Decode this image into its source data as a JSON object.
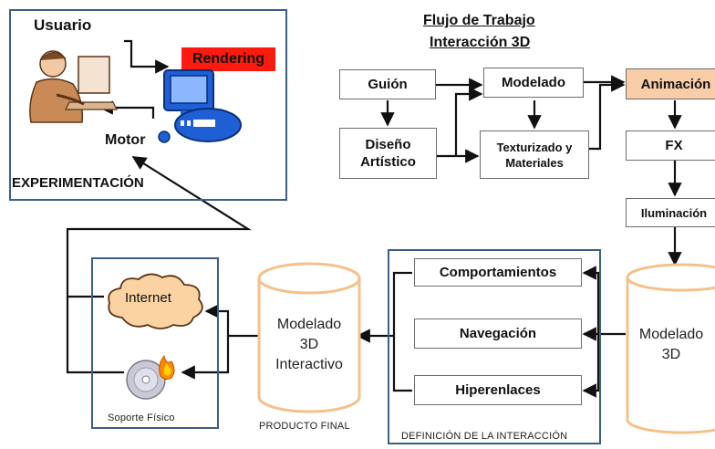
{
  "flow_title": {
    "line1": "Flujo de Trabajo",
    "line2": "Interacción 3D"
  },
  "experimentation": {
    "usuario": "Usuario",
    "rendering": "Rendering",
    "motor": "Motor",
    "caption": "EXPERIMENTACIÓN",
    "rendering_color": "#ff1a0f"
  },
  "pipeline": {
    "guion": "Guión",
    "diseno_line1": "Diseño",
    "diseno_line2": "Artístico",
    "modelado": "Modelado",
    "texturizado_line1": "Texturizado y",
    "texturizado_line2": "Materiales",
    "animacion": "Animación",
    "fx": "FX",
    "iluminacion": "Iluminación",
    "animacion_color": "#f9cda8"
  },
  "modelado3d": {
    "line1": "Modelado",
    "line2": "3D"
  },
  "interaction": {
    "comportamientos": "Comportamientos",
    "navegacion": "Navegación",
    "hiperenlaces": "Hiperenlaces",
    "caption": "DEFINICIÓN DE LA INTERACCIÓN"
  },
  "producto": {
    "line1": "Modelado",
    "line2": "3D",
    "line3": "Interactivo",
    "caption": "PRODUCTO FINAL"
  },
  "soporte": {
    "internet": "Internet",
    "caption": "Soporte Físico"
  },
  "colors": {
    "frame": "#3c5f86",
    "cylinder": "#f6c08b",
    "cloud": "#fbd3a3",
    "monitor": "#1f5fd6"
  }
}
